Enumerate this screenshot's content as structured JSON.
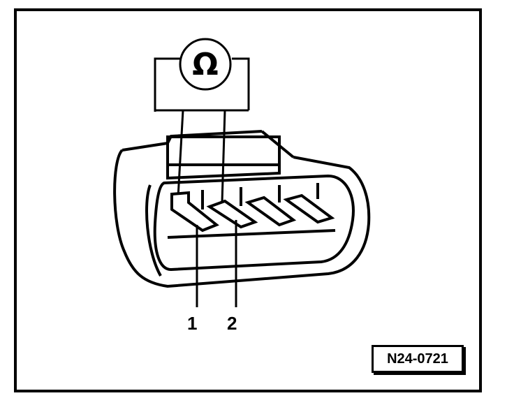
{
  "meter": {
    "symbol": "Ω",
    "icon": "ohmmeter-icon"
  },
  "pins": {
    "pin1_label": "1",
    "pin2_label": "2"
  },
  "reference": {
    "code": "N24-0721"
  },
  "colors": {
    "ink": "#000000",
    "paper": "#ffffff"
  }
}
